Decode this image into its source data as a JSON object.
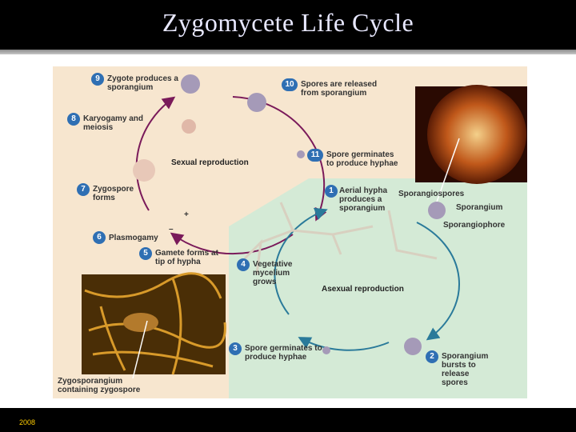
{
  "title": "Zygomycete Life Cycle",
  "footer": {
    "year": "2008"
  },
  "diagram": {
    "sexual_label": "Sexual reproduction",
    "asexual_label": "Asexual reproduction",
    "steps": [
      {
        "n": "1",
        "text": "Aerial hypha produces a sporangium"
      },
      {
        "n": "2",
        "text": "Sporangium bursts to release spores"
      },
      {
        "n": "3",
        "text": "Spore germinates to produce hyphae"
      },
      {
        "n": "4",
        "text": "Vegetative mycelium grows"
      },
      {
        "n": "5",
        "text": "Gamete forms at tip of hypha"
      },
      {
        "n": "6",
        "text": "Plasmogamy"
      },
      {
        "n": "7",
        "text": "Zygospore forms"
      },
      {
        "n": "8",
        "text": "Karyogamy and meiosis"
      },
      {
        "n": "9",
        "text": "Zygote produces a sporangium"
      },
      {
        "n": "10",
        "text": "Spores are released from sporangium"
      },
      {
        "n": "11",
        "text": "Spore germinates to produce hyphae"
      }
    ],
    "parts": {
      "sporangiospores": "Sporangiospores",
      "sporangium": "Sporangium",
      "sporangiophore": "Sporangiophore",
      "zygosporangium": "Zygosporangium containing zygospore",
      "plus": "+",
      "minus": "–"
    },
    "colors": {
      "number_badge": "#2f6fb3",
      "arrow": "#7a1a5a",
      "asexual_bg": "#d4ead6",
      "sexual_bg": "#f7e6cf"
    }
  }
}
